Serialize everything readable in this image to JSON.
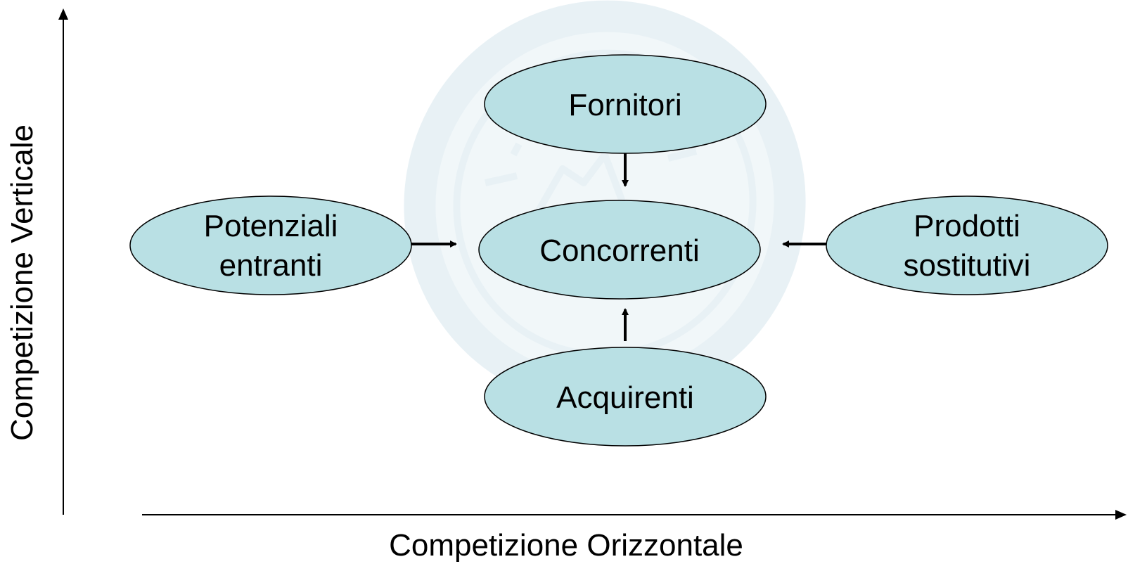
{
  "axes": {
    "vertical_label": "Competizione Verticale",
    "horizontal_label": "Competizione Orizzontale"
  },
  "nodes": {
    "fornitori": {
      "label": "Fornitori"
    },
    "concorrenti": {
      "label": "Concorrenti"
    },
    "acquirenti": {
      "label": "Acquirenti"
    },
    "potenziali": {
      "line1": "Potenziali",
      "line2": "entranti"
    },
    "prodotti": {
      "line1": "Prodotti",
      "line2": "sostitutivi"
    }
  },
  "colors": {
    "node_fill": "#b9e0e4",
    "stroke": "#000000",
    "watermark": "#cfe3ea"
  }
}
